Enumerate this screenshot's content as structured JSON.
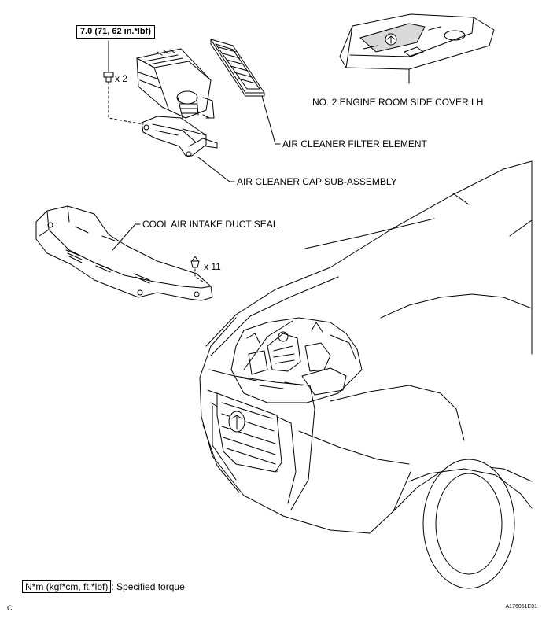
{
  "torque_spec": "7.0 (71, 62 in.*lbf)",
  "labels": {
    "bolt_qty": "x 2",
    "clip_qty": "x 11",
    "engine_cover": "NO. 2 ENGINE ROOM SIDE COVER LH",
    "filter_element": "AIR CLEANER FILTER ELEMENT",
    "cap_sub_assembly": "AIR CLEANER CAP SUB-ASSEMBLY",
    "duct_seal": "COOL AIR INTAKE DUCT SEAL"
  },
  "legend": {
    "unit": "N*m (kgf*cm, ft.*lbf)",
    "text": ": Specified torque"
  },
  "corner_letter": "C",
  "figure_code": "A176051E01"
}
